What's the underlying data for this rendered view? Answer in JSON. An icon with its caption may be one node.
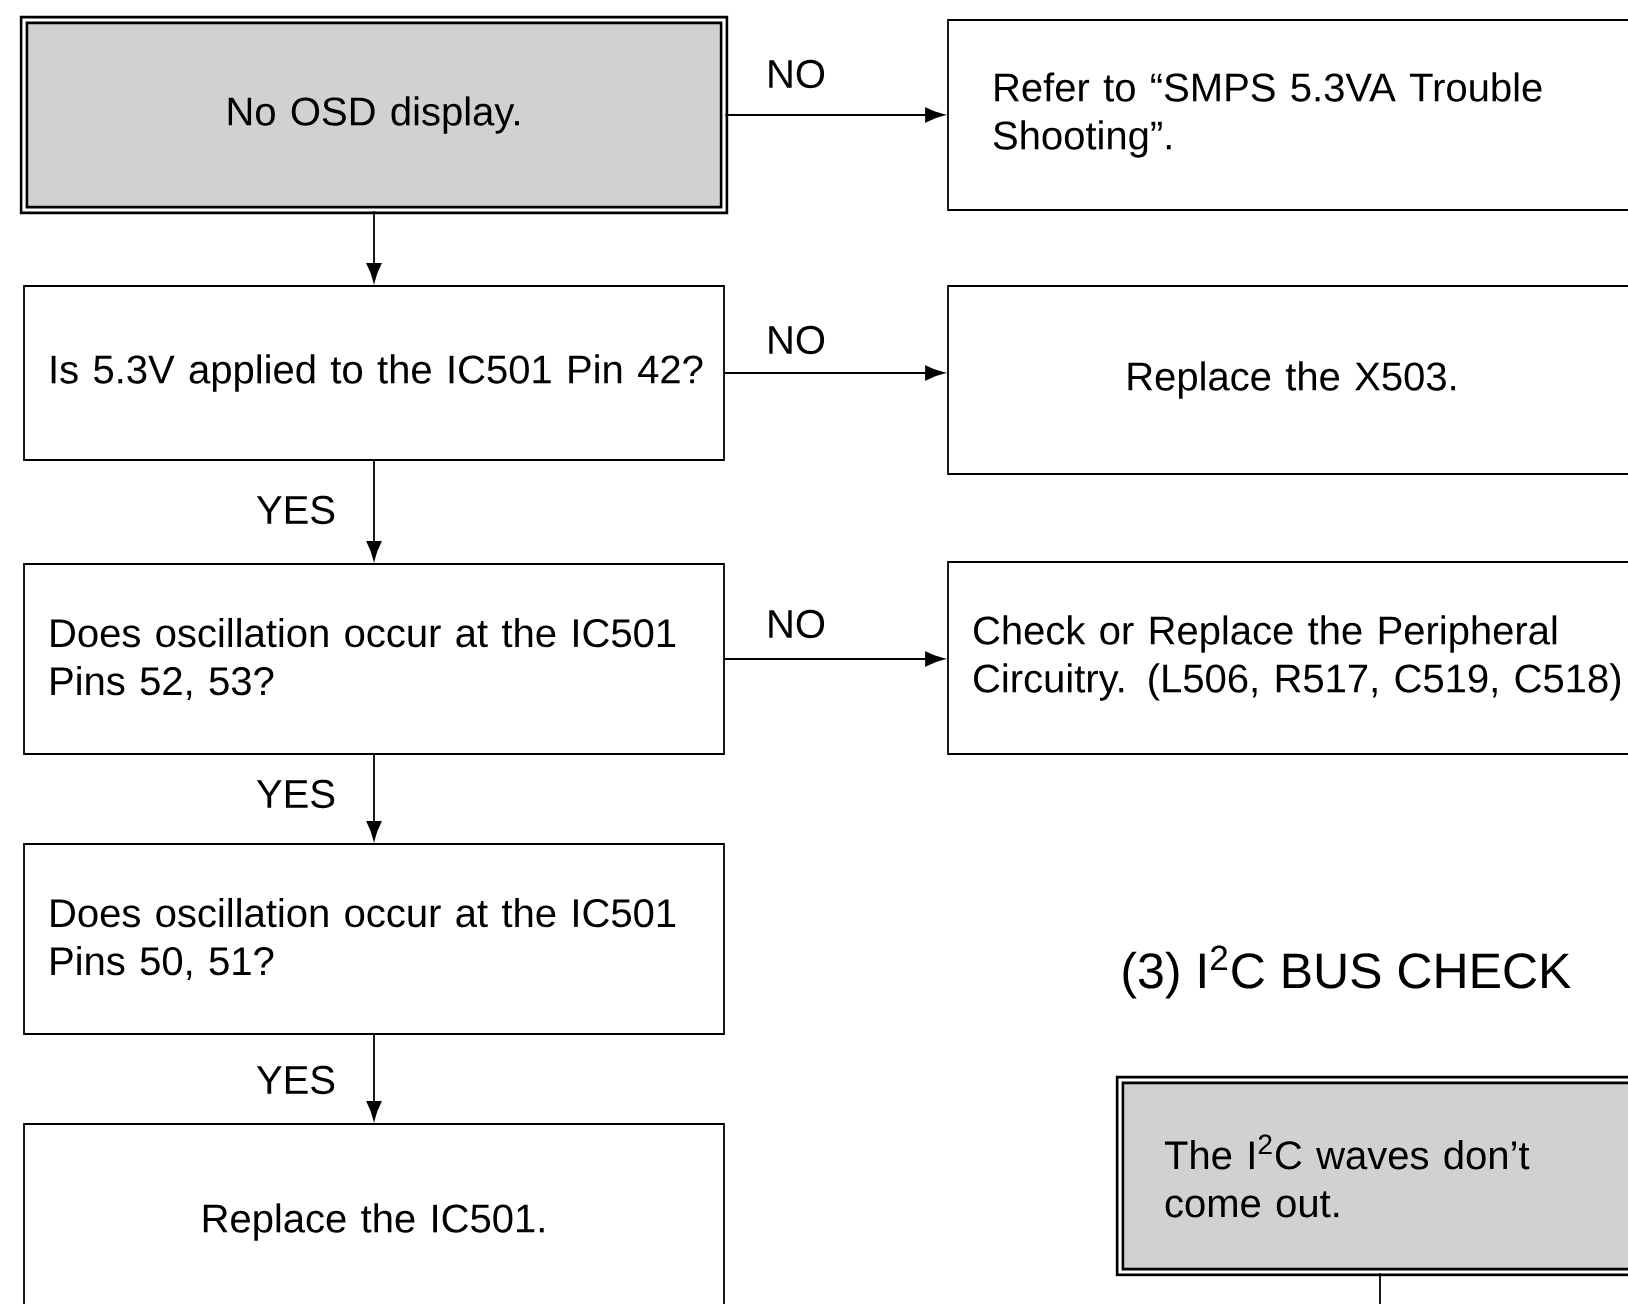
{
  "diagram": {
    "nodes": [
      {
        "text": [
          "No OSD display."
        ]
      },
      {
        "text": [
          "Refer to “SMPS 5.3VA Trouble Shooting”."
        ]
      },
      {
        "text": [
          "Is 5.3V applied to the IC501 Pin 42?"
        ]
      },
      {
        "text": [
          "Replace the X503."
        ]
      },
      {
        "text": [
          "Does oscillation occur at the IC501 Pins 52, 53?"
        ]
      },
      {
        "text": [
          "Check or Replace the Peripheral Circuitry. (L506, R517, C519, C518)"
        ]
      },
      {
        "text": [
          "Does oscillation occur at the IC501 Pins 50, 51?"
        ]
      },
      {
        "text": [
          "Replace the IC501."
        ]
      },
      {
        "text": [
          "The I$^{2}$C waves don’t come out."
        ]
      }
    ],
    "edges": [
      {
        "from": 0,
        "to": 1,
        "arrow": "to",
        "label": "NO"
      },
      {
        "from": 0,
        "to": 2,
        "arrow": "to"
      },
      {
        "from": 2,
        "to": 3,
        "arrow": "to",
        "label": "NO"
      },
      {
        "from": 2,
        "to": 4,
        "arrow": "to",
        "label": "YES"
      },
      {
        "from": 4,
        "to": 5,
        "arrow": "to",
        "label": "NO"
      },
      {
        "from": 4,
        "to": 6,
        "arrow": "to",
        "label": "YES"
      },
      {
        "from": 6,
        "to": 7,
        "arrow": "to",
        "label": "YES"
      },
      {
        "from": 8,
        "to": null,
        "arrow": "none"
      }
    ],
    "labels": [
      "(3) I$^{2}$C BUS CHECK"
    ]
  }
}
